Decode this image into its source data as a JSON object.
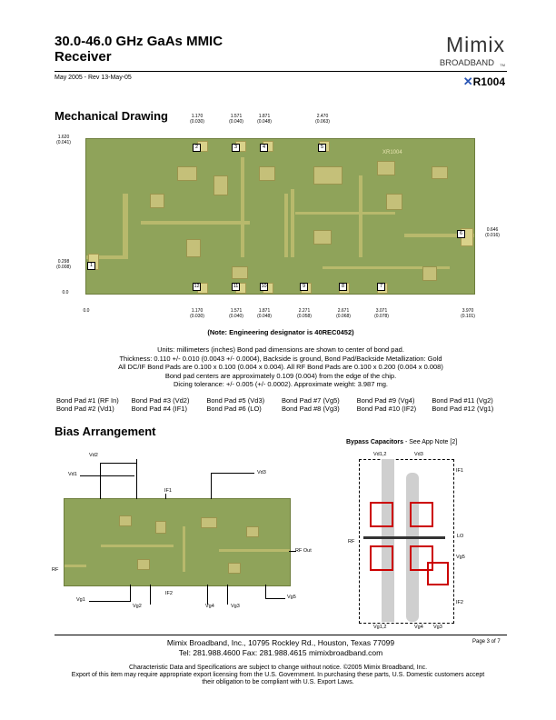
{
  "header": {
    "title_line1": "30.0-46.0 GHz GaAs MMIC",
    "title_line2": "Receiver",
    "date": "May 2005 - Rev 13-May-05",
    "logo_name": "Mimix",
    "logo_sub": "BROADBAND",
    "logo_tm": "TM",
    "part_number": "R1004"
  },
  "mechanical": {
    "heading": "Mechanical Drawing",
    "top_dims": [
      {
        "v": "1.170",
        "i": "(0.030)"
      },
      {
        "v": "1.571",
        "i": "(0.040)"
      },
      {
        "v": "1.871",
        "i": "(0.048)"
      },
      {
        "v": "2.470",
        "i": "(0.063)"
      }
    ],
    "bottom_dims": [
      {
        "v": "0.0",
        "i": ""
      },
      {
        "v": "1.170",
        "i": "(0.030)"
      },
      {
        "v": "1.571",
        "i": "(0.040)"
      },
      {
        "v": "1.871",
        "i": "(0.048)"
      },
      {
        "v": "2.271",
        "i": "(0.058)"
      },
      {
        "v": "2.671",
        "i": "(0.068)"
      },
      {
        "v": "3.071",
        "i": "(0.078)"
      },
      {
        "v": "3.970",
        "i": "(0.101)"
      }
    ],
    "left_dims": [
      {
        "v": "1.620",
        "i": "(0.041)"
      },
      {
        "v": "0.298",
        "i": "(0.008)"
      },
      {
        "v": "0.0",
        "i": ""
      }
    ],
    "right_dim": {
      "v": "0.646",
      "i": "(0.016)"
    },
    "pad_numbers_top": [
      "2",
      "3",
      "4",
      "5"
    ],
    "pad_numbers_bottom": [
      "12",
      "11",
      "10",
      "9",
      "8",
      "7"
    ],
    "pad_number_left": "1",
    "pad_number_right": "6",
    "chip_label": "XR1004",
    "note": "(Note: Engineering designator is 40REC0452)"
  },
  "specs": [
    "Units: millimeters (inches) Bond pad dimensions are shown to center of bond pad.",
    "Thickness: 0.110 +/- 0.010 (0.0043 +/- 0.0004), Backside is ground, Bond Pad/Backside Metallization: Gold",
    "All DC/IF Bond Pads are 0.100 x 0.100 (0.004 x 0.004). All RF Bond Pads are 0.100 x 0.200 (0.004 x 0.008)",
    "Bond pad centers are approximately 0.109 (0.004) from the edge of the chip.",
    "Dicing tolerance: +/- 0.005 (+/- 0.0002). Approximate weight: 3.987 mg."
  ],
  "bond_pads": [
    "Bond Pad #1 (RF In)",
    "Bond Pad #3 (Vd2)",
    "Bond Pad #5 (Vd3)",
    "Bond Pad #7 (Vg5)",
    "Bond Pad #9 (Vg4)",
    "Bond Pad #11 (Vg2)",
    "Bond Pad #2 (Vd1)",
    "Bond Pad #4 (IF1)",
    "Bond Pad #6 (LO)",
    "Bond Pad #8 (Vg3)",
    "Bond Pad #10 (IF2)",
    "Bond Pad #12 (Vg1)"
  ],
  "bias": {
    "heading": "Bias Arrangement",
    "labels": {
      "vd1": "Vd1",
      "vd2": "Vd2",
      "vd3": "Vd3",
      "if1": "IF1",
      "rf": "RF",
      "rf_out": "RF Out",
      "vg1": "Vg1",
      "vg2": "Vg2",
      "if2": "IF2",
      "vg4": "Vg4",
      "vg3": "Vg3",
      "vg5": "Vg5"
    }
  },
  "bypass": {
    "title": "Bypass Capacitors",
    "subtitle": " - See App Note [2]",
    "labels": {
      "vd12": "Vd1,2",
      "vd3": "Vd3",
      "if1": "IF1",
      "rf": "RF",
      "lo": "LO",
      "vg5": "Vg5",
      "if2": "IF2",
      "vg12": "Vg1,2",
      "vg4": "Vg4",
      "vg3": "Vg3"
    }
  },
  "footer": {
    "address": "Mimix Broadband, Inc., 10795 Rockley Rd., Houston, Texas 77099",
    "phone": "Tel: 281.988.4600  Fax: 281.988.4615  mimixbroadband.com",
    "page": "Page 3 of 7",
    "legal1": "Characteristic Data and Specifications are subject to change without notice. ©2005 Mimix Broadband, Inc.",
    "legal2": "Export of this item may require appropriate export licensing from the U.S. Government. In purchasing these parts, U.S. Domestic customers accept",
    "legal3": "their obligation to be compliant with U.S. Export Laws."
  }
}
